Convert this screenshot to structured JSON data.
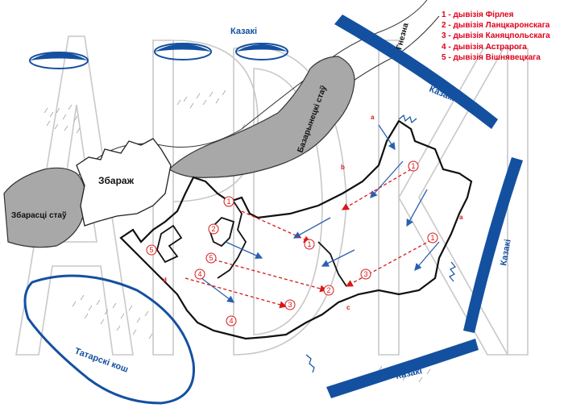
{
  "legend": {
    "items": [
      "1 - дывізія Фірлея",
      "2 - дывізія Ланцкаронскага",
      "3 - дывізія Каняцпольскага",
      "4 - дывізія Астрарога",
      "5 - дывізія Вішнявецкага"
    ]
  },
  "labels": {
    "cossacks": "Казакі",
    "zbarazh": "Збараж",
    "pond_zbarazh": "Збарасці стаў",
    "pond_bazar": "Базарынецкі стаў",
    "river": "Гнезна",
    "tatar_camp": "Татарскі кош"
  },
  "markers": {
    "letters": [
      "a",
      "b",
      "c",
      "d"
    ],
    "numbers": [
      "1",
      "2",
      "3",
      "4",
      "5"
    ]
  },
  "colors": {
    "legend_text": "#e0001a",
    "cossack_blue": "#1450a0",
    "pond_gray": "#a8a8a8",
    "attack_red": "#d81818"
  }
}
